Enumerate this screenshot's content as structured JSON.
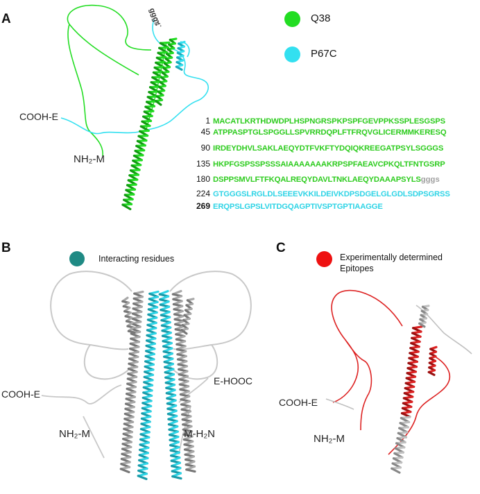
{
  "panels": {
    "a": {
      "letter": "A",
      "legend": [
        {
          "label": "Q38",
          "color": "#22dd22"
        },
        {
          "label": "P67C",
          "color": "#33e0f0"
        }
      ],
      "linker_label": "gggs",
      "cooh_label": "COOH-E",
      "nh2_label": "NH₂-M",
      "sequence": [
        {
          "start": "1",
          "green": "MACATLKRTHDWDPLHSPNGRSPKPSPFGEVPPKSSPLESGSPS",
          "grey": "",
          "cyan": ""
        },
        {
          "start": "45",
          "green": "ATPPASPTGLSPGGLLSPVRRDQPLFTFRQVGLICERMMKERESQ",
          "grey": "",
          "cyan": ""
        },
        {
          "start": "90",
          "green": "IRDEYDHVLSAKLAEQYDTFVKFTYDQIQKREEGATPSYLSGGGS",
          "grey": "",
          "cyan": ""
        },
        {
          "start": "135",
          "green": "HKPFGSPSSPSSSAIAAAAAAAKRPSPFAEAVCPKQLTFNTGSRP",
          "grey": "",
          "cyan": ""
        },
        {
          "start": "180",
          "green": "DSPPSMVLFTFKQALREQYDAVLTNKLAEQYDAAAPSYLS",
          "grey": "gggs",
          "cyan": ""
        },
        {
          "start": "224",
          "green": "",
          "grey": "",
          "cyan": "GTGGGSLRGLDLSEEEVKKILDEIVKDPSDGELGLGDLSDPSGRSS"
        },
        {
          "start": "269",
          "green": "",
          "grey": "",
          "cyan": "ERQPSLGPSLVITDGQAGPTIVSPTGPTIAAGGE"
        }
      ],
      "colors": {
        "q38": "#22dd22",
        "p67c": "#33e0f0"
      }
    },
    "b": {
      "letter": "B",
      "legend": {
        "label": "Interacting residues",
        "color": "#1f8a84"
      },
      "cooh_left": "COOH-E",
      "nh2_left": "NH₂-M",
      "hooc_right": "E-HOOC",
      "h2n_right": "M-H₂N",
      "colors": {
        "coil": "#c8c8c8",
        "helix": "#a8a8a8",
        "interface": "#2fd4e6"
      }
    },
    "c": {
      "letter": "C",
      "legend": {
        "label": "Experimentally determined Epitopes",
        "color": "#ee1111"
      },
      "cooh_label": "COOH-E",
      "nh2_label": "NH₂-M",
      "colors": {
        "epitope": "#dd2222",
        "other": "#c0c0c0"
      }
    }
  }
}
